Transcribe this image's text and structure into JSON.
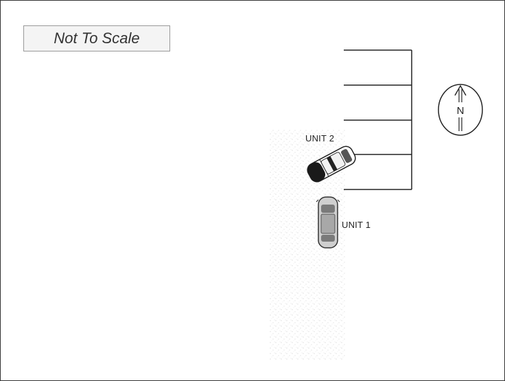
{
  "scale_note": "Not To Scale",
  "units": {
    "unit1_label": "UNIT 1",
    "unit2_label": "UNIT 2"
  },
  "north_arrow": {
    "letter": "N",
    "icon": "north-arrow-icon"
  },
  "colors": {
    "line": "#222222",
    "road": "#d9d9d9"
  }
}
